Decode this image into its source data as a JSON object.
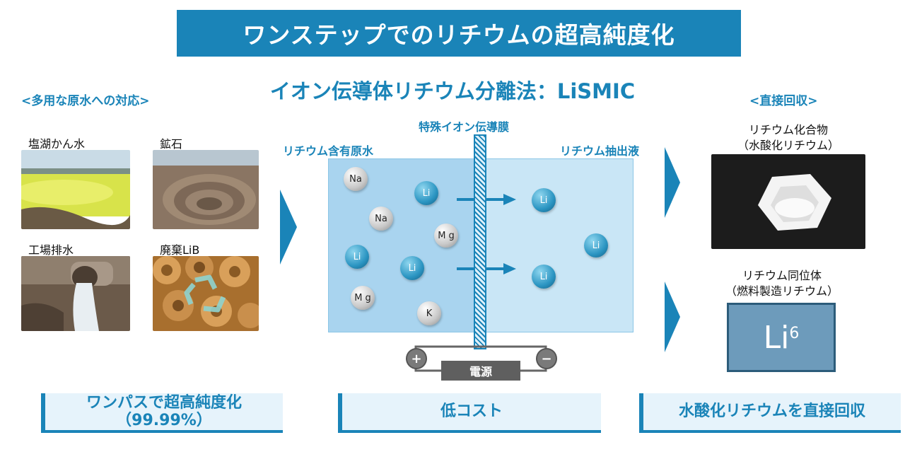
{
  "title": "ワンステップでのリチウムの超高純度化",
  "subtitle": "イオン伝導体リチウム分離法：LiSMIC",
  "left": {
    "heading": "<多用な原水への対応>",
    "sources": [
      {
        "label": "塩湖かん水",
        "icon": "salt-lake-photo"
      },
      {
        "label": "鉱石",
        "icon": "open-pit-mine-photo"
      },
      {
        "label": "工場排水",
        "icon": "wastewater-pipe-photo"
      },
      {
        "label": "廃棄LiB",
        "icon": "recycled-battery-photo"
      }
    ]
  },
  "center": {
    "membrane_label": "特殊イオン伝導膜",
    "left_label": "リチウム含有原水",
    "right_label": "リチウム抽出液",
    "left_ions": [
      {
        "symbol": "Na",
        "kind": "gray"
      },
      {
        "symbol": "Li",
        "kind": "blue"
      },
      {
        "symbol": "Na",
        "kind": "gray"
      },
      {
        "symbol": "M g",
        "kind": "gray"
      },
      {
        "symbol": "Li",
        "kind": "blue"
      },
      {
        "symbol": "Li",
        "kind": "blue"
      },
      {
        "symbol": "M g",
        "kind": "gray"
      },
      {
        "symbol": "K",
        "kind": "gray"
      }
    ],
    "right_ions": [
      {
        "symbol": "Li",
        "kind": "blue"
      },
      {
        "symbol": "Li",
        "kind": "blue"
      },
      {
        "symbol": "Li",
        "kind": "blue"
      }
    ],
    "plus": "+",
    "minus": "−",
    "power": "電源"
  },
  "right": {
    "heading": "<直接回収>",
    "compound_line1": "リチウム化合物",
    "compound_line2": "（水酸化リチウム）",
    "isotope_line1": "リチウム同位体",
    "isotope_line2": "（燃料製造リチウム）",
    "isotope_symbol": "Li",
    "isotope_mass": "6"
  },
  "bottom": {
    "box1_line1": "ワンパスで超高純度化",
    "box1_line2": "（99.99%）",
    "box2": "低コスト",
    "box3": "水酸化リチウムを直接回収"
  },
  "colors": {
    "accent": "#1a84b8",
    "ion_blue": "#2b95c2",
    "ion_gray": "#c8c8c8"
  }
}
